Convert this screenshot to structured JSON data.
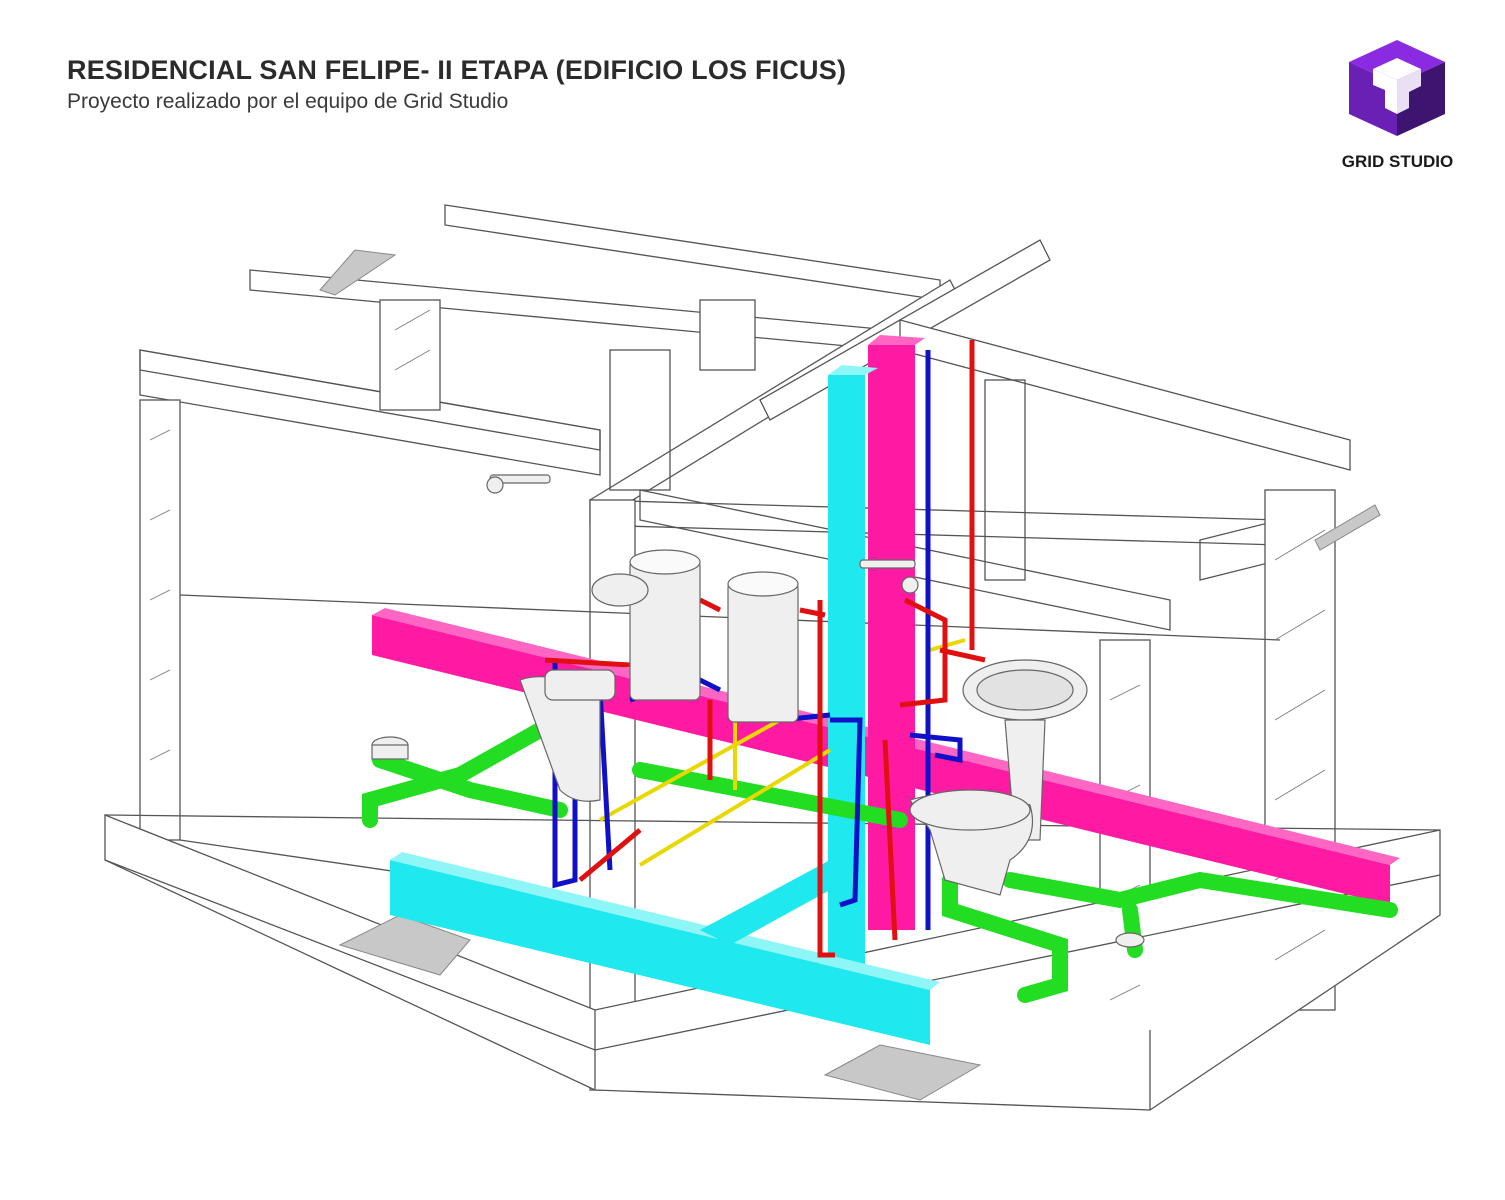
{
  "header": {
    "title": "RESIDENCIAL SAN FELIPE- II ETAPA (EDIFICIO LOS FICUS)",
    "subtitle": "Proyecto realizado por el equipo de Grid Studio"
  },
  "logo": {
    "text": "GRID STUDIO",
    "colors": {
      "top": "#8a2be2",
      "left": "#6a1fb5",
      "right": "#3d1470"
    },
    "icon": "grid-studio-cube-logo"
  },
  "drawing": {
    "icon": "isometric-plumbing-model",
    "colors": {
      "structure_line": "#555555",
      "cold_water": "#1010c8",
      "hot_water": "#e01010",
      "drain": "#22dd22",
      "vent": "#e8d800",
      "duct_magenta": "#ff1aa3",
      "duct_cyan": "#1fe8ee",
      "footing": "#c8c8c8",
      "fixture": "#efefef"
    }
  }
}
